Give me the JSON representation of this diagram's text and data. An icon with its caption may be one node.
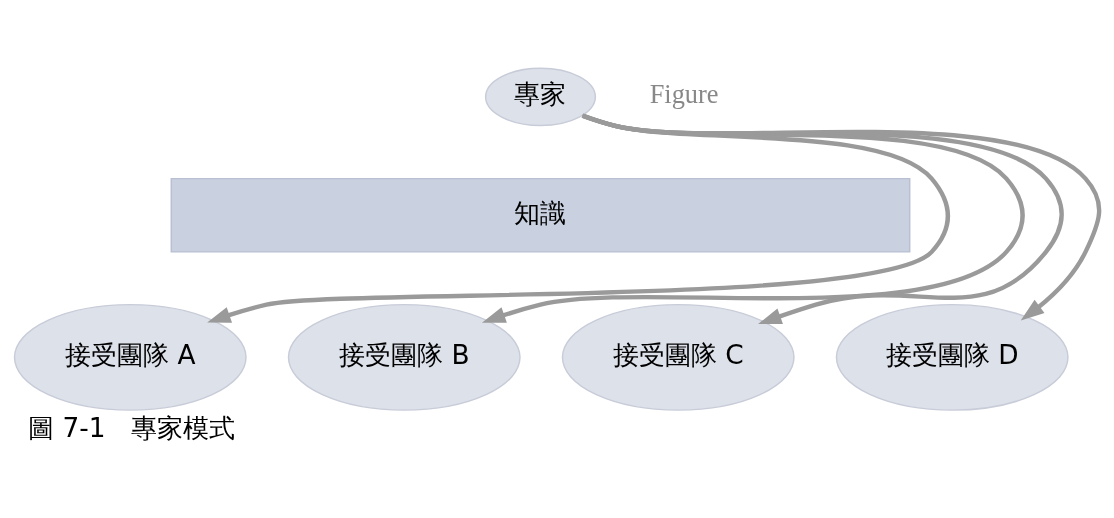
{
  "diagram": {
    "caption": "圖 7-1　專家模式",
    "nodes": [
      {
        "text": [
          "專家"
        ]
      },
      {
        "text": [
          "知識"
        ]
      },
      {
        "text": [
          "接受團隊 A"
        ]
      },
      {
        "text": [
          "接受團隊 B"
        ]
      },
      {
        "text": [
          "接受團隊 C"
        ]
      },
      {
        "text": [
          "接受團隊 D"
        ]
      }
    ],
    "edges": [
      {
        "from": 0,
        "to": 2,
        "arrow": "to"
      },
      {
        "from": 0,
        "to": 3,
        "arrow": "to"
      },
      {
        "from": 0,
        "to": 4,
        "arrow": "to"
      },
      {
        "from": 0,
        "to": 5,
        "arrow": "to"
      }
    ],
    "labels": [
      "Figure"
    ]
  }
}
